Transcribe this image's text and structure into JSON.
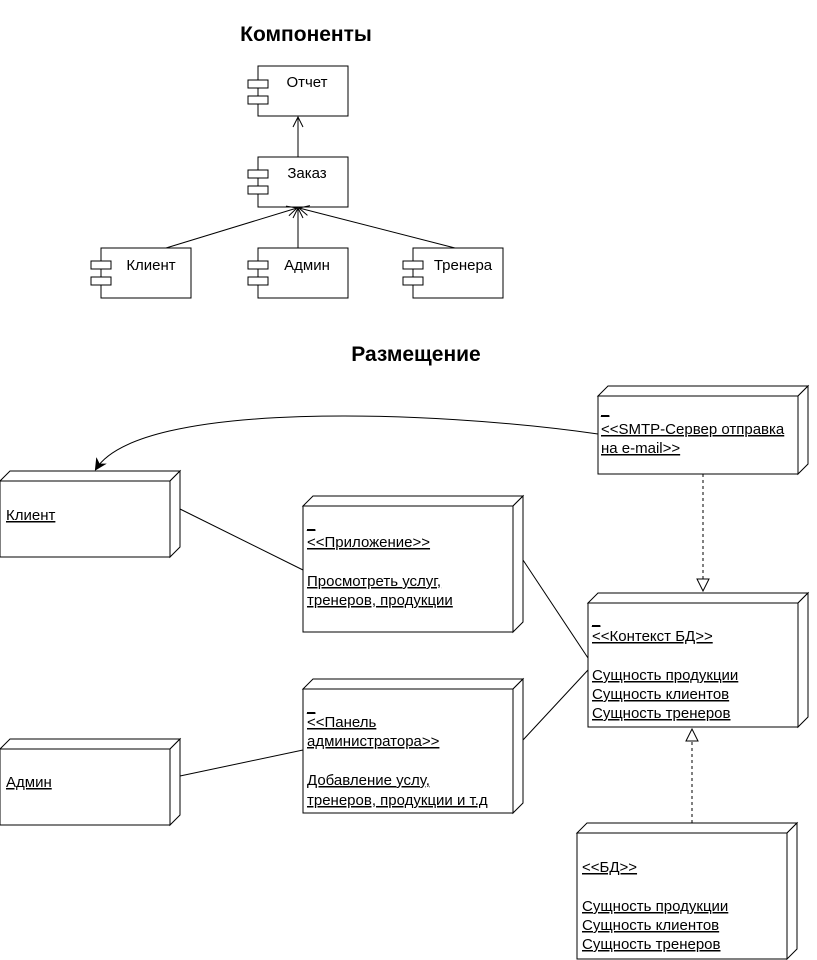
{
  "components": {
    "title": "Компоненты",
    "items": {
      "report": "Отчет",
      "order": "Заказ",
      "client": "Клиент",
      "admin": "Админ",
      "trainers": "Тренера"
    }
  },
  "deployment": {
    "title": "Размещение",
    "client_node": {
      "label": "Клиент"
    },
    "admin_node": {
      "label": "Админ"
    },
    "smtp_node": {
      "marker": "_",
      "lines": [
        "<<SMTP-Сервер отправка",
        "на e-mail>>"
      ]
    },
    "app_node": {
      "marker": "_",
      "lines": [
        "<<Приложение>>",
        "",
        "Просмотреть услуг,",
        "тренеров, продукции"
      ]
    },
    "admin_panel_node": {
      "marker": "_",
      "lines": [
        "<<Панель",
        "администратора>>",
        "",
        "Добавление услу,",
        "тренеров, продукции и т.д"
      ]
    },
    "db_context_node": {
      "marker": "_",
      "lines": [
        "<<Контекст БД>>",
        "",
        "Сущность продукции",
        "Сущность клиентов",
        "Сущность тренеров"
      ]
    },
    "db_node": {
      "lines": [
        "<<БД>>",
        "",
        "Сущность продукции",
        "Сущность клиентов",
        "Сущность тренеров"
      ]
    }
  }
}
